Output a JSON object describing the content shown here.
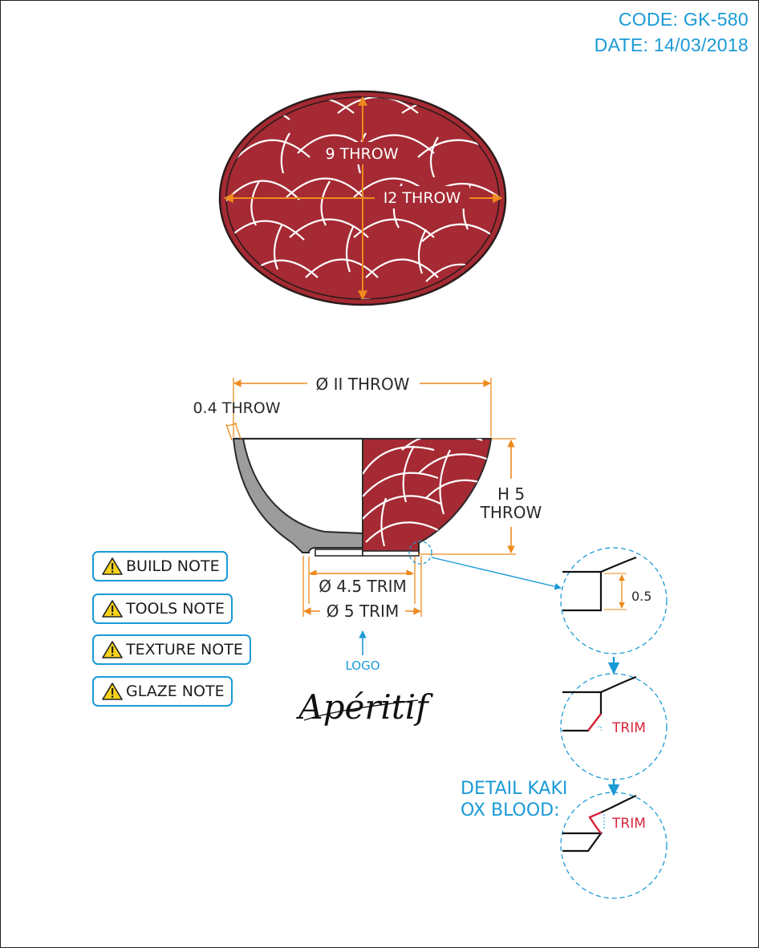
{
  "header": {
    "code": "CODE: GK-580",
    "date": "DATE: 14/03/2018"
  },
  "top_view": {
    "width_label": "9 THROW",
    "length_label": "I2 THROW"
  },
  "side_view": {
    "diameter_label": "Ø II THROW",
    "wall_label": "0.4 THROW",
    "height_label_line1": "H 5",
    "height_label_line2": "THROW",
    "foot_inner_label": "Ø 4.5 TRIM",
    "foot_outer_label": "Ø 5 TRIM"
  },
  "notes": [
    {
      "label": "BUILD NOTE"
    },
    {
      "label": "TOOLS NOTE"
    },
    {
      "label": "TEXTURE NOTE"
    },
    {
      "label": "GLAZE NOTE"
    }
  ],
  "logo": {
    "pointer_label": "LOGO",
    "signature": "Apéritif"
  },
  "details": {
    "step1_dimension": "0.5",
    "step2_label": "TRIM",
    "step3_label": "TRIM",
    "caption_line1": "DETAIL KAKI",
    "caption_line2": "OX BLOOD:"
  },
  "colors": {
    "glaze_red": "#a52a33",
    "dimension_orange": "#ee8a1e",
    "accent_blue": "#1a9ad6",
    "trim_red": "#d8253a",
    "clay_grey": "#9c9c9c"
  }
}
